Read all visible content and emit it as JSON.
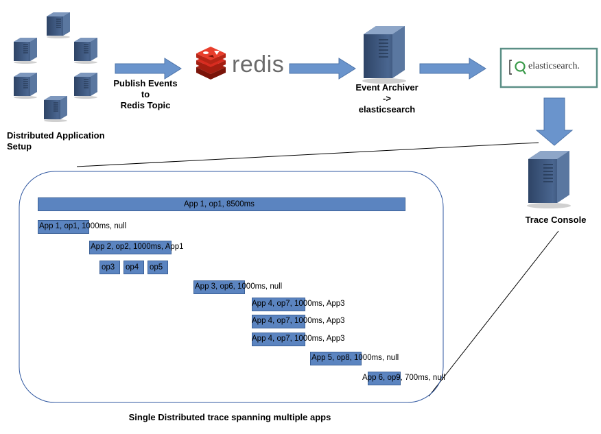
{
  "labels": {
    "cluster": "Distributed Application\nSetup",
    "publish": "Publish Events\nto\nRedis Topic",
    "redis": "redis",
    "archiver": "Event Archiver\n->\nelasticsearch",
    "elastic": "elasticsearch.",
    "console": "Trace Console",
    "caption": "Single Distributed trace spanning multiple apps"
  },
  "spans": [
    {
      "text": "App 1, op1, 8500ms"
    },
    {
      "text": "App 1, op1, 1000ms, null"
    },
    {
      "text": "App 2, op2, 1000ms, App1"
    },
    {
      "text": "op3"
    },
    {
      "text": "op4"
    },
    {
      "text": "op5"
    },
    {
      "text": "App 3, op6, 1000ms, null"
    },
    {
      "text": "App 4, op7, 1000ms, App3"
    },
    {
      "text": "App 4, op7, 1000ms, App3"
    },
    {
      "text": "App 4, op7, 1000ms, App3"
    },
    {
      "text": "App 5, op8, 1000ms, null"
    },
    {
      "text": "App 6, op9, 700ms, null"
    }
  ],
  "colors": {
    "bar": "#5b84c0",
    "arrow": "#6a94cc",
    "server": "#3d5478"
  }
}
